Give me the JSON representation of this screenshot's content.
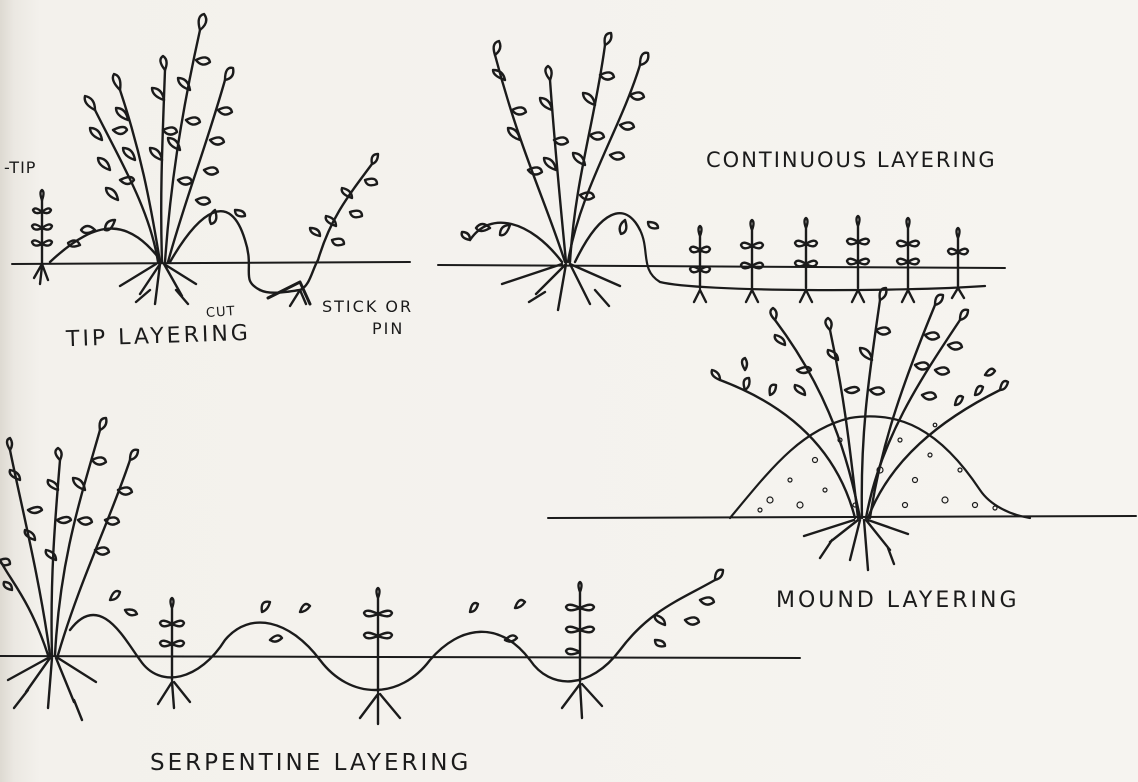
{
  "labels": {
    "tip": "-TIP",
    "cut": "CUT",
    "stick": "STICK OR",
    "pin": "PIN",
    "tip_layering": "TIP LAYERING",
    "continuous_layering": "CONTINUOUS LAYERING",
    "mound_layering": "MOUND LAYERING",
    "serpentine_layering": "SERPENTINE LAYERING"
  },
  "colors": {
    "ink": "#1b1b1b",
    "paper": "#f4f2ee"
  }
}
